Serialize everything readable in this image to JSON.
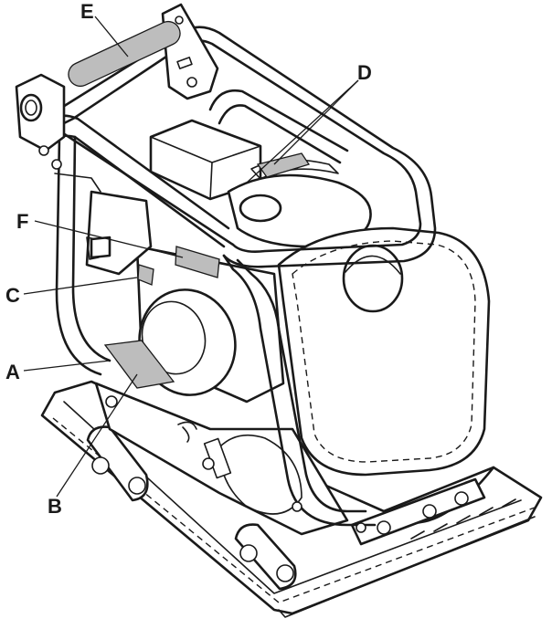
{
  "callouts": {
    "A": "A",
    "B": "B",
    "C": "C",
    "D": "D",
    "E": "E",
    "F": "F"
  },
  "colors": {
    "line": "#1a1a1a",
    "decal": "#bdbdbd",
    "background": "#ffffff"
  }
}
